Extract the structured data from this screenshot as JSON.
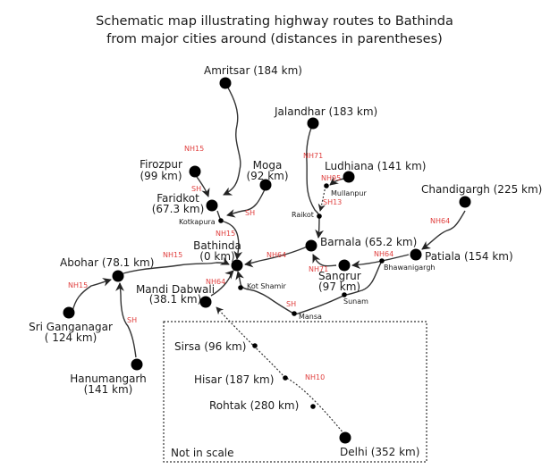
{
  "title_lines": [
    "Schematic map illustrating highway routes to Bathinda",
    "from major cities around (distances in parentheses)"
  ],
  "cities": {
    "amritsar": "Amritsar (184 km)",
    "jalandhar": "Jalandhar (183 km)",
    "firozpur_1": "Firozpur",
    "firozpur_2": "(99 km)",
    "moga_1": "Moga",
    "moga_2": "(92 km)",
    "faridkot_1": "Faridkot",
    "faridkot_2": "(67.3 km)",
    "ludhiana": "Ludhiana (141 km)",
    "chandigarh": "Chandigargh (225 km)",
    "bathinda_1": "Bathinda",
    "bathinda_2": "(0 km)",
    "barnala": "Barnala (65.2 km)",
    "patiala": "Patiala (154 km)",
    "abohar": "Abohar (78.1 km)",
    "mandi_1": "Mandi Dabwali",
    "mandi_2": "(38.1 km)",
    "sangrur_1": "Sangrur",
    "sangrur_2": "(97 km)",
    "ganganagar_1": "Sri Ganganagar",
    "ganganagar_2": "( 124 km)",
    "hanumangarh_1": "Hanumangarh",
    "hanumangarh_2": "(141 km)",
    "sirsa": "Sirsa (96 km)",
    "hisar": "Hisar (187 km)",
    "rohtak": "Rohtak (280 km)",
    "delhi": "Delhi (352 km)"
  },
  "towns": {
    "kotkapura": "Kotkapura",
    "mullanpur": "Mullanpur",
    "raikot": "Raikot",
    "bhawanigarh": "Bhawanigargh",
    "kot_shamir": "Kot Shamir",
    "sunam": "Sunam",
    "mansa": "Mansa"
  },
  "highways": {
    "amritsar_nh15": "NH15",
    "jalandhar_nh71": "NH71",
    "ludhiana_nh95": "NH95",
    "mullanpur_sh13": "SH13",
    "firozpur_sh": "SH",
    "moga_sh": "SH",
    "kotkapura_nh15": "NH15",
    "chandigarh_nh64": "NH64",
    "abohar_nh15": "NH15",
    "barnala_nh64": "NH64",
    "bhawanigarh_nh64": "NH64",
    "sangrur_nh71": "NH71",
    "ganganagar_nh15": "NH15",
    "mandi_nh64": "NH64",
    "hanumangarh_sh": "SH",
    "mansa_sh": "SH",
    "delhi_nh10": "NH10"
  },
  "inset_note": "Not in scale",
  "colors": {
    "highway_label": "#e0403f",
    "road": "#333333",
    "node": "#000000"
  }
}
